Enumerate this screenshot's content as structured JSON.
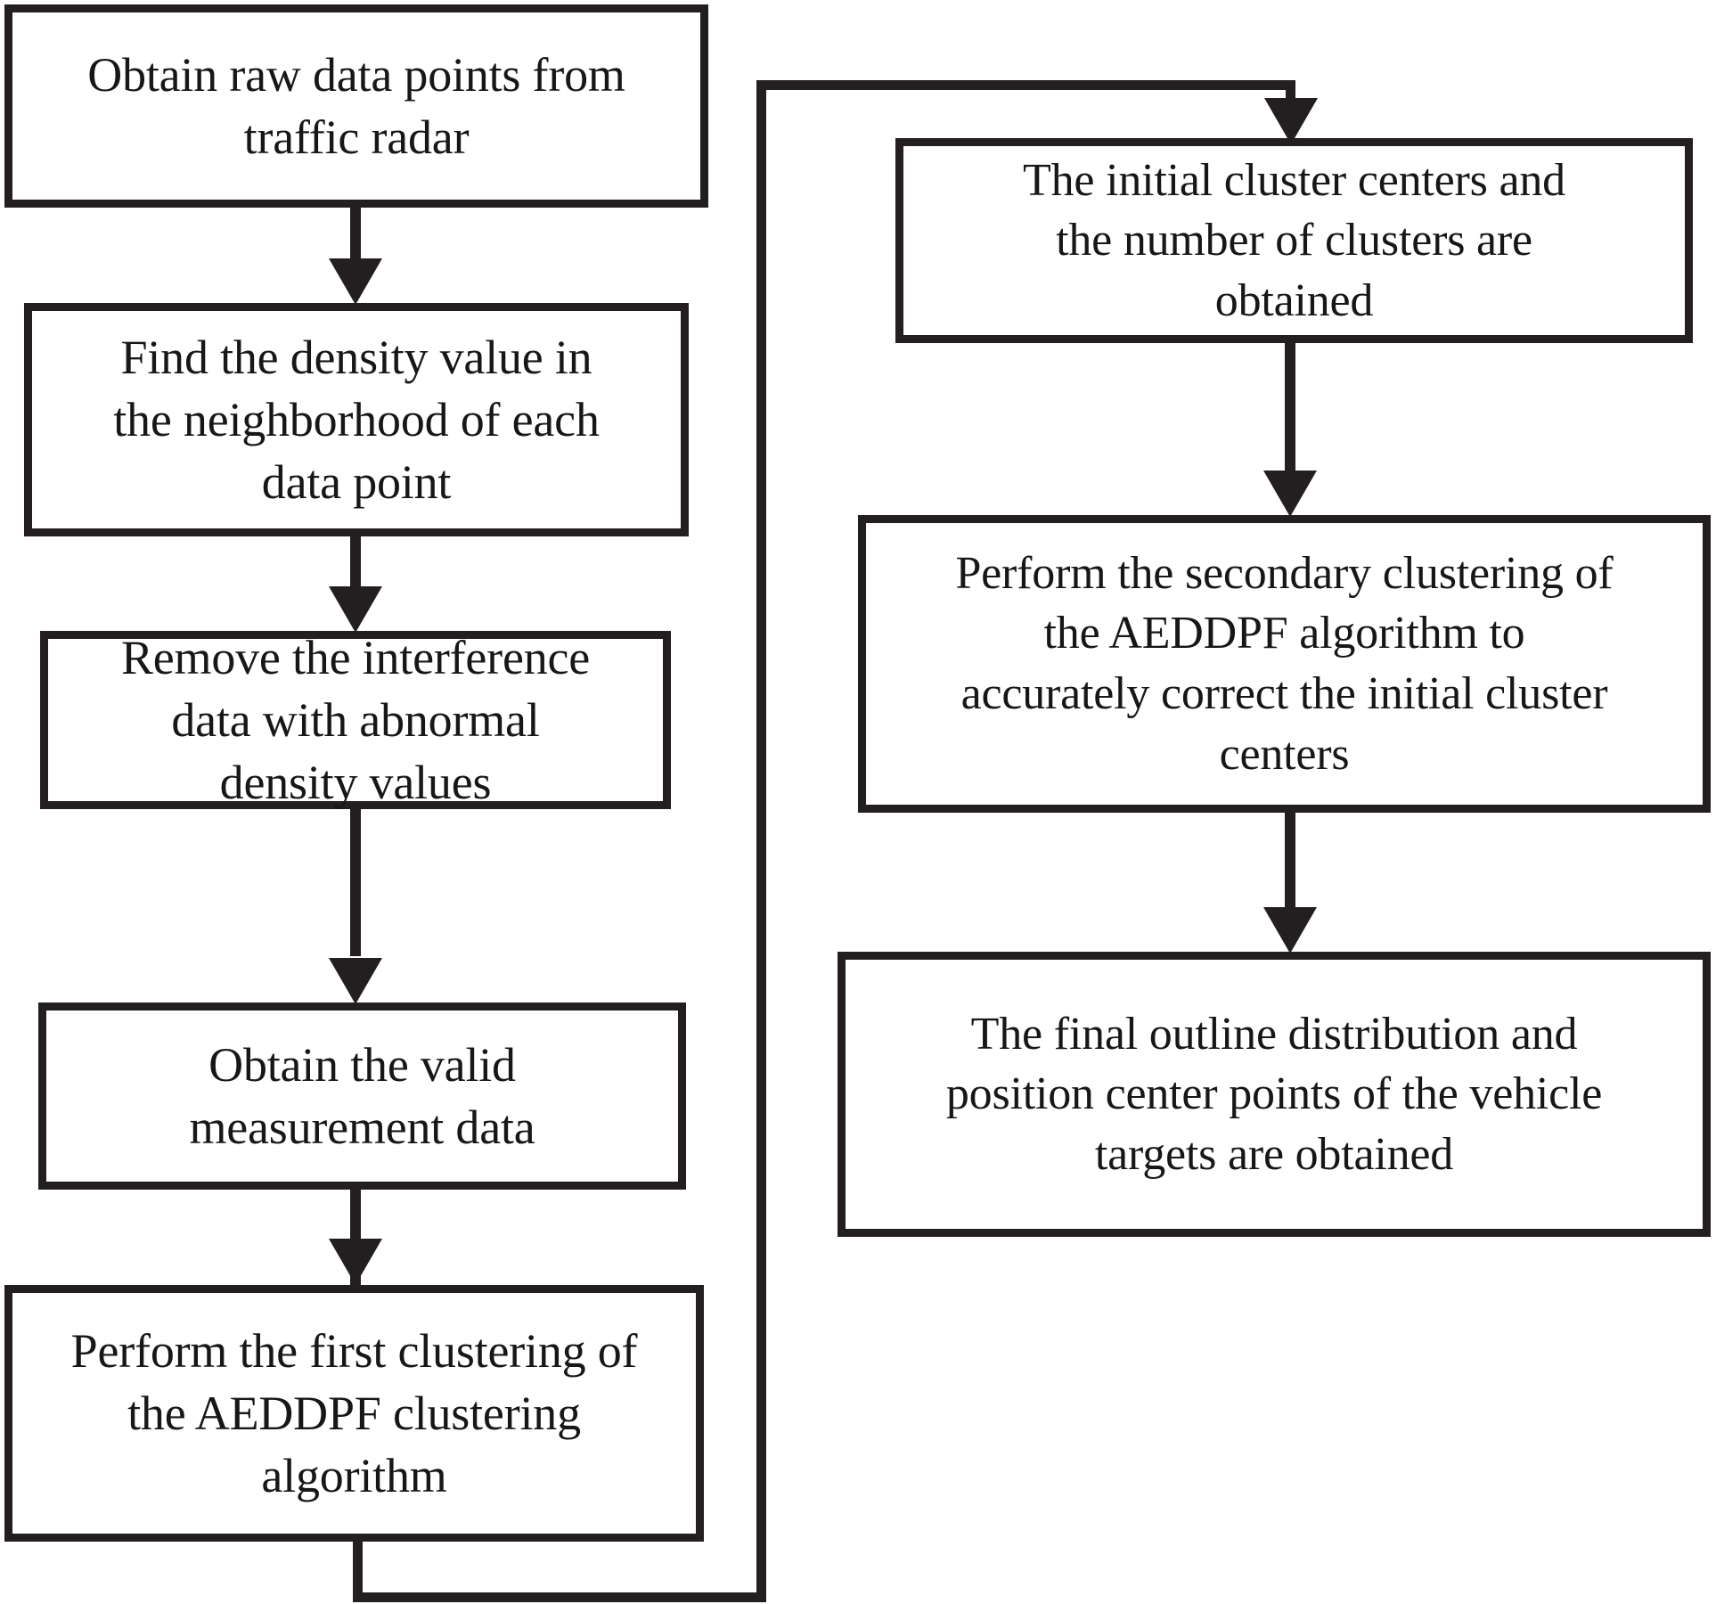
{
  "diagram": {
    "type": "flowchart",
    "title": "",
    "orientation": "two-column, top-to-bottom with loop-back",
    "colors": {
      "stroke": "#231f20",
      "fill": "#ffffff",
      "text": "#171717"
    },
    "nodes": [
      {
        "id": "n1",
        "shape": "rectangle",
        "label": "Obtain raw data points from\ntraffic radar"
      },
      {
        "id": "n2",
        "shape": "rectangle",
        "label": "Find the density value in\nthe neighborhood of each\ndata point"
      },
      {
        "id": "n3",
        "shape": "rectangle",
        "label": "Remove the interference\ndata with abnormal\ndensity values"
      },
      {
        "id": "n4",
        "shape": "rectangle",
        "label": "Obtain the valid\nmeasurement data"
      },
      {
        "id": "n5",
        "shape": "rectangle",
        "label": "Perform the first clustering of\nthe AEDDPF clustering\nalgorithm"
      },
      {
        "id": "n6",
        "shape": "rectangle",
        "label": "The initial cluster centers and\nthe number of clusters are\nobtained"
      },
      {
        "id": "n7",
        "shape": "rectangle",
        "label": "Perform the secondary clustering of\nthe AEDDPF algorithm to\naccurately correct the initial cluster\ncenters"
      },
      {
        "id": "n8",
        "shape": "rectangle",
        "label": "The final outline distribution and\nposition center points of the vehicle\ntargets are obtained"
      }
    ],
    "edges": [
      {
        "from": "n1",
        "to": "n2",
        "style": "straight-arrow-down",
        "label": ""
      },
      {
        "from": "n2",
        "to": "n3",
        "style": "straight-arrow-down",
        "label": ""
      },
      {
        "from": "n3",
        "to": "n4",
        "style": "straight-arrow-down",
        "label": ""
      },
      {
        "from": "n4",
        "to": "n5",
        "style": "straight-arrow-down",
        "label": ""
      },
      {
        "from": "n5",
        "to": "n6",
        "style": "elbow-route-right-up-then-down-arrow",
        "label": ""
      },
      {
        "from": "n6",
        "to": "n7",
        "style": "straight-arrow-down",
        "label": ""
      },
      {
        "from": "n7",
        "to": "n8",
        "style": "straight-arrow-down",
        "label": ""
      }
    ]
  }
}
